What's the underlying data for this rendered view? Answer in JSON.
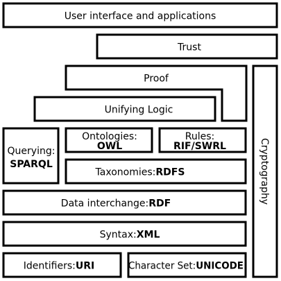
{
  "layers": {
    "user_interface": "User interface and applications",
    "trust": "Trust",
    "proof": "Proof",
    "unifying_logic": "Unifying Logic",
    "querying": {
      "prefix": "Querying:",
      "tech": "SPARQL"
    },
    "ontologies": {
      "prefix": "Ontologies:",
      "tech": "OWL"
    },
    "rules": {
      "prefix": "Rules:",
      "tech": "RIF/SWRL"
    },
    "taxonomies": {
      "prefix": "Taxonomies:",
      "tech": "RDFS"
    },
    "data_interchange": {
      "prefix": "Data interchange:",
      "tech": "RDF"
    },
    "syntax": {
      "prefix": "Syntax:",
      "tech": "XML"
    },
    "identifiers": {
      "prefix": "Identifiers:",
      "tech": "URI"
    },
    "character_set": {
      "prefix": "Character Set:",
      "tech": "UNICODE"
    },
    "cryptography": "Cryptography"
  }
}
